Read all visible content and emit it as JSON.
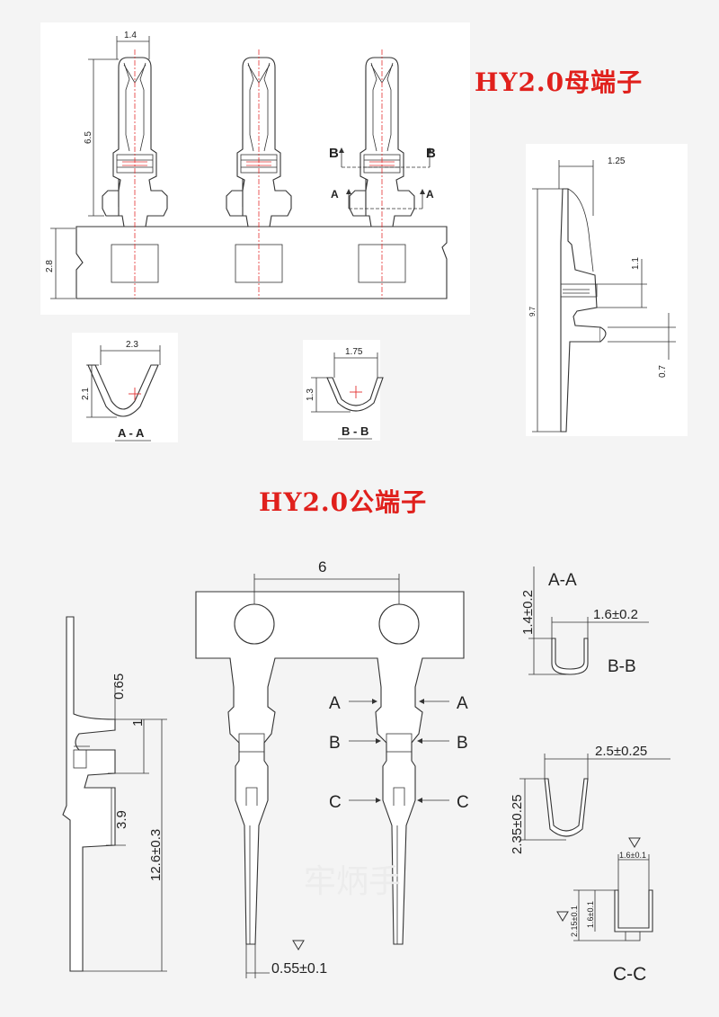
{
  "titles": {
    "female": "HY2.0母端子",
    "male": "HY2.0公端子"
  },
  "female_dims": {
    "width_top": "1.4",
    "height_6_5": "6.5",
    "strip_2_8": "2.8",
    "side_1_25": "1.25",
    "side_1_1": "1.1",
    "side_9_7": "9.7",
    "side_0_7": "0.7",
    "sec_a_width": "2.3",
    "sec_a_height": "2.1",
    "sec_a_label": "A - A",
    "sec_b_width": "1.75",
    "sec_b_height": "1.3",
    "sec_b_label": "B - B"
  },
  "female_markers": {
    "a": "A",
    "b": "B"
  },
  "male_dims": {
    "pitch": "6",
    "d_0_65": "0.65",
    "d_1": "1",
    "d_3_9": "3.9",
    "d_12_6": "12.6±0.3",
    "pin": "0.55±0.1",
    "aa_height": "1.4±0.2",
    "aa_label": "A-A",
    "bb_width": "1.6±0.2",
    "bb_label": "B-B",
    "u_width": "2.5±0.25",
    "u_height": "2.35±0.25",
    "cc_width": "1.6±0.1",
    "cc_h1": "2.15±0.1",
    "cc_h2": "1.6±0.1",
    "cc_label": "C-C"
  },
  "male_markers": {
    "a": "A",
    "b": "B",
    "c": "C"
  },
  "watermark": "牢炳手",
  "colors": {
    "title": "#e0201c",
    "centerline": "#e43030",
    "line": "#333333"
  }
}
